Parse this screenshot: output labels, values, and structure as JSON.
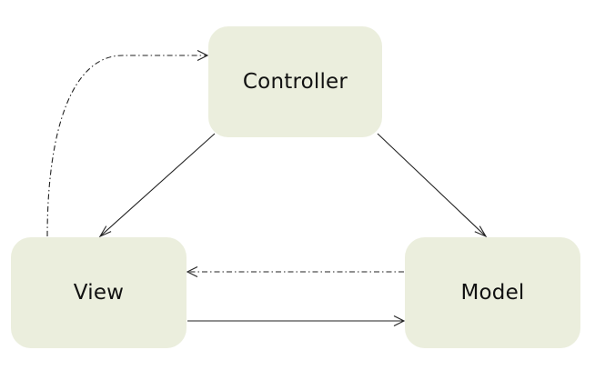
{
  "diagram": {
    "nodes": [
      {
        "id": "controller",
        "label": "Controller"
      },
      {
        "id": "view",
        "label": "View"
      },
      {
        "id": "model",
        "label": "Model"
      }
    ],
    "edges": [
      {
        "from": "controller",
        "to": "view",
        "style": "solid"
      },
      {
        "from": "controller",
        "to": "model",
        "style": "solid"
      },
      {
        "from": "view",
        "to": "model",
        "style": "solid"
      },
      {
        "from": "model",
        "to": "view",
        "style": "dash-dot"
      },
      {
        "from": "view",
        "to": "controller",
        "style": "dash-dot"
      }
    ]
  },
  "colors": {
    "node_fill": "#ebeedd",
    "edge": "#222222"
  }
}
